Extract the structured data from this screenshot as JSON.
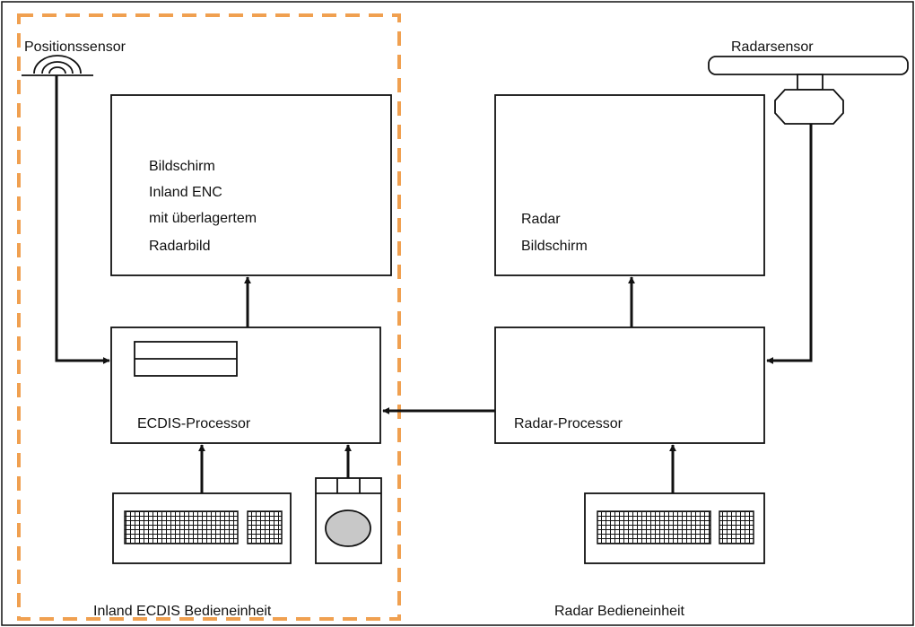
{
  "labels": {
    "position_sensor": "Positionssensor",
    "radar_sensor": "Radarsensor",
    "ecdis_display": [
      "Bildschirm",
      "Inland ENC",
      "mit überlagertem",
      "Radarbild"
    ],
    "radar_display": [
      "Radar",
      "Bildschirm"
    ],
    "ecdis_processor": "ECDIS-Processor",
    "radar_processor": "Radar-Processor",
    "ecdis_console": "Inland ECDIS Bedieneinheit",
    "radar_console": "Radar Bedieneinheit"
  },
  "colors": {
    "line": "#111111",
    "dashed_boundary": "#f0a050",
    "trackball": "#c8c8c8"
  }
}
